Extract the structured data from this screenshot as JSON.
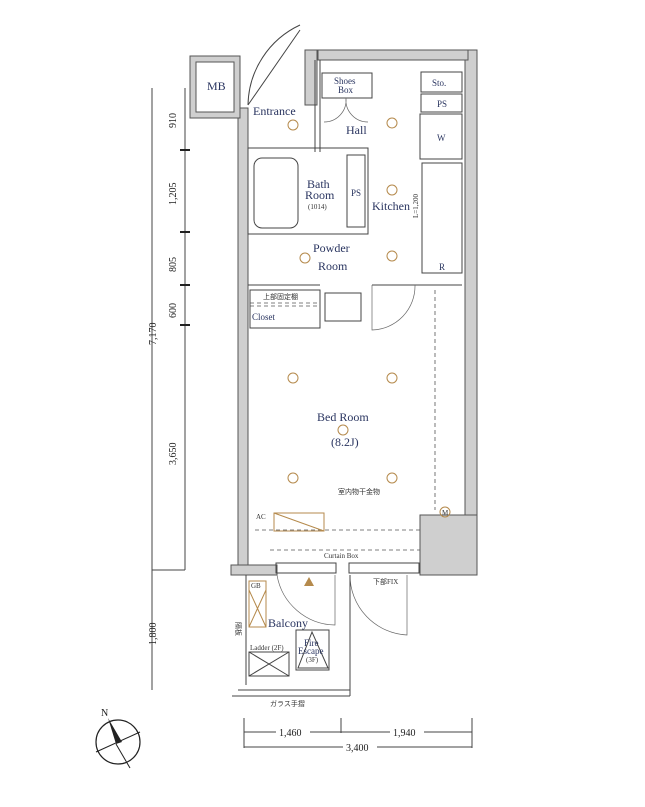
{
  "rooms": {
    "mb": "MB",
    "entrance": "Entrance",
    "shoes_box_1": "Shoes",
    "shoes_box_2": "Box",
    "hall": "Hall",
    "sto": "Sto.",
    "ps_top": "PS",
    "washer": "W",
    "bath_1": "Bath",
    "bath_2": "Room",
    "bath_3": "(1014)",
    "ps_bath": "PS",
    "kitchen": "Kitchen",
    "kitchen_dim": "L=1,200",
    "fridge": "R",
    "powder_1": "Powder",
    "powder_2": "Room",
    "upper_shelf": "上部固定棚",
    "closet": "Closet",
    "bedroom": "Bed Room",
    "bedroom_size": "(8.2J)",
    "laundry_hardware": "室内物干金物",
    "ac": "AC",
    "meter": "M",
    "curtain_box": "Curtain Box",
    "lower_fix": "下部FIX",
    "gb": "GB",
    "balcony": "Balcony",
    "partition": "隔板",
    "ladder": "Ladder (2F)",
    "fire_1": "Fire",
    "fire_2": "Escape",
    "fire_3": "(3F)",
    "glass_rail": "ガラス手摺"
  },
  "dimensions": {
    "vertical": [
      "910",
      "1,205",
      "805",
      "600",
      "3,650"
    ],
    "vertical_total": "7,170",
    "balcony_depth": "1,800",
    "horizontal": [
      "1,460",
      "1,940"
    ],
    "horizontal_total": "3,400"
  },
  "compass": {
    "label": "N"
  },
  "colors": {
    "fixture": "#b58a4c",
    "wall": "#cfcfcf",
    "label": "#2a3560"
  }
}
